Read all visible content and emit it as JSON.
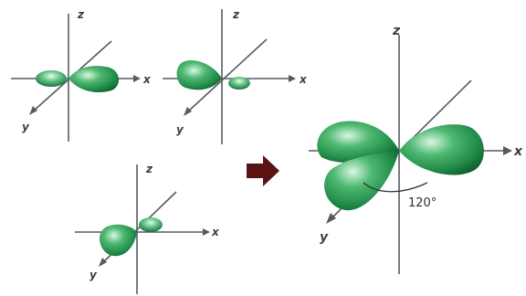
{
  "diagram": {
    "panels": [
      {
        "name": "orbital-1",
        "labels": {
          "z": "z",
          "x": "x",
          "y": "y"
        }
      },
      {
        "name": "orbital-2",
        "labels": {
          "z": "z",
          "x": "x",
          "y": "y"
        }
      },
      {
        "name": "orbital-3",
        "labels": {
          "z": "z",
          "x": "x",
          "y": "y"
        }
      },
      {
        "name": "hybrid",
        "labels": {
          "z": "z",
          "x": "x",
          "y": "y"
        }
      }
    ],
    "angle_label": "120°",
    "colors": {
      "lobe_dark": "#0f5a2e",
      "lobe_mid": "#1f8a47",
      "lobe_light": "#bff0cf",
      "axis": "#555b63",
      "arrow": "#5a1212"
    }
  }
}
